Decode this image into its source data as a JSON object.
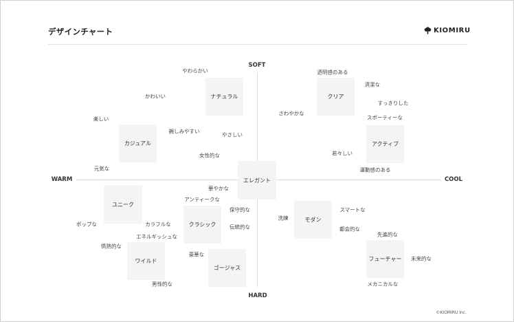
{
  "header": {
    "title": "デザインチャート",
    "brand": "KIOMIRU",
    "brand_icon": "tree-icon"
  },
  "axes": {
    "top": "SOFT",
    "bottom": "HARD",
    "left": "WARM",
    "right": "COOL"
  },
  "styles": [
    "ナチュラル",
    "クリア",
    "カジュアル",
    "アクティブ",
    "エレガント",
    "ユニーク",
    "クラシック",
    "モダン",
    "ワイルド",
    "ゴージャス",
    "フューチャー"
  ],
  "words": [
    "やわらかい",
    "透明感のある",
    "清潔な",
    "かわいい",
    "すっきりした",
    "さわやかな",
    "楽しい",
    "親しみやすい",
    "やさしい",
    "スポーティーな",
    "女性的な",
    "若々しい",
    "元気な",
    "運動感のある",
    "華やかな",
    "アンティークな",
    "保守的な",
    "洗練",
    "スマートな",
    "ポップな",
    "カラフルな",
    "伝統的な",
    "都会的な",
    "エネルギッシュな",
    "先進的な",
    "情熱的な",
    "豪華な",
    "未来的な",
    "男性的な",
    "メカニカルな"
  ],
  "footer": {
    "copyright": "©KIOMIRU Inc."
  },
  "colors": {
    "box_fill": "#f4f4f4",
    "axis_line": "#d8d8d8",
    "text": "#333333"
  }
}
